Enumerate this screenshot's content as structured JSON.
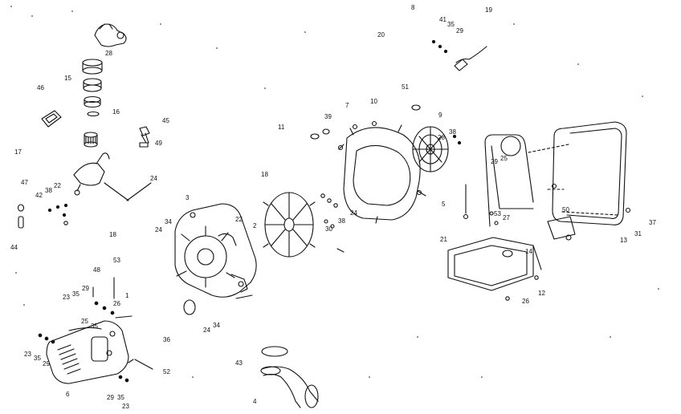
{
  "diagram": {
    "ink_color": "#111111",
    "background": "#ffffff",
    "callouts": [
      {
        "id": "c-a",
        "text": "8"
      },
      {
        "id": "c-b",
        "text": "19"
      },
      {
        "id": "c-c",
        "text": "41"
      },
      {
        "id": "c-d",
        "text": "35"
      },
      {
        "id": "c-e",
        "text": "29"
      },
      {
        "id": "c-f",
        "text": "20"
      },
      {
        "id": "c-g",
        "text": "28"
      },
      {
        "id": "c-h",
        "text": "15"
      },
      {
        "id": "c-i",
        "text": "46"
      },
      {
        "id": "c-j",
        "text": "16"
      },
      {
        "id": "c-k",
        "text": "45"
      },
      {
        "id": "c-l",
        "text": "49"
      },
      {
        "id": "c-m",
        "text": "51"
      },
      {
        "id": "c-n",
        "text": "7"
      },
      {
        "id": "c-o",
        "text": "10"
      },
      {
        "id": "c-p",
        "text": "39"
      },
      {
        "id": "c-q",
        "text": "9"
      },
      {
        "id": "c-r",
        "text": "11"
      },
      {
        "id": "c-s",
        "text": "28"
      },
      {
        "id": "c-t",
        "text": "38"
      },
      {
        "id": "c-u",
        "text": "17"
      },
      {
        "id": "c-v",
        "text": "47"
      },
      {
        "id": "c-w",
        "text": "22"
      },
      {
        "id": "c-x",
        "text": "38"
      },
      {
        "id": "c-y",
        "text": "42"
      },
      {
        "id": "c-z",
        "text": "24"
      },
      {
        "id": "c-aa",
        "text": "18"
      },
      {
        "id": "c-ab",
        "text": "3"
      },
      {
        "id": "c-ac",
        "text": "29"
      },
      {
        "id": "c-ad",
        "text": "25"
      },
      {
        "id": "c-ae",
        "text": "44"
      },
      {
        "id": "c-af",
        "text": "18"
      },
      {
        "id": "c-ag",
        "text": "34"
      },
      {
        "id": "c-ah",
        "text": "24"
      },
      {
        "id": "c-ai",
        "text": "22"
      },
      {
        "id": "c-aj",
        "text": "2"
      },
      {
        "id": "c-ak",
        "text": "24"
      },
      {
        "id": "c-al",
        "text": "38"
      },
      {
        "id": "c-am",
        "text": "30"
      },
      {
        "id": "c-an",
        "text": "5"
      },
      {
        "id": "c-ao",
        "text": "50"
      },
      {
        "id": "c-ap",
        "text": "53"
      },
      {
        "id": "c-aq",
        "text": "27"
      },
      {
        "id": "c-ar",
        "text": "13"
      },
      {
        "id": "c-as",
        "text": "31"
      },
      {
        "id": "c-at",
        "text": "37"
      },
      {
        "id": "c-au",
        "text": "21"
      },
      {
        "id": "c-av",
        "text": "14"
      },
      {
        "id": "c-aw",
        "text": "53"
      },
      {
        "id": "c-ax",
        "text": "48"
      },
      {
        "id": "c-ay",
        "text": "23"
      },
      {
        "id": "c-az",
        "text": "35"
      },
      {
        "id": "c-ba",
        "text": "29"
      },
      {
        "id": "c-bb",
        "text": "26"
      },
      {
        "id": "c-bc",
        "text": "25"
      },
      {
        "id": "c-bd",
        "text": "35"
      },
      {
        "id": "c-be",
        "text": "1"
      },
      {
        "id": "c-bf",
        "text": "12"
      },
      {
        "id": "c-bg",
        "text": "26"
      },
      {
        "id": "c-bh",
        "text": "23"
      },
      {
        "id": "c-bi",
        "text": "35"
      },
      {
        "id": "c-bj",
        "text": "29"
      },
      {
        "id": "c-bk",
        "text": "36"
      },
      {
        "id": "c-bl",
        "text": "24"
      },
      {
        "id": "c-bm",
        "text": "34"
      },
      {
        "id": "c-bn",
        "text": "43"
      },
      {
        "id": "c-bo",
        "text": "52"
      },
      {
        "id": "c-bp",
        "text": "6"
      },
      {
        "id": "c-bq",
        "text": "29"
      },
      {
        "id": "c-br",
        "text": "35"
      },
      {
        "id": "c-bs",
        "text": "23"
      },
      {
        "id": "c-bt",
        "text": "4"
      }
    ]
  }
}
